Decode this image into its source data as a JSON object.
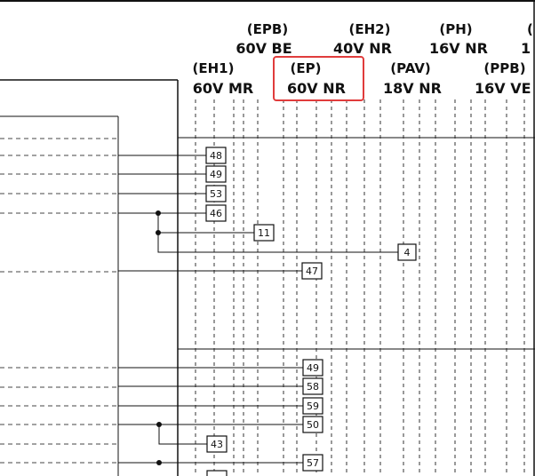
{
  "columns": [
    {
      "code": "(EH1)",
      "spec": "60V MR"
    },
    {
      "code": "(EPB)",
      "spec": "60V BE"
    },
    {
      "code": "(EP)",
      "spec": "60V NR"
    },
    {
      "code": "(EH2)",
      "spec": "40V NR"
    },
    {
      "code": "(PAV)",
      "spec": "18V NR"
    },
    {
      "code": "(PH)",
      "spec": "16V NR"
    },
    {
      "code": "(PPB)",
      "spec": "16V VE"
    },
    {
      "code": "(",
      "spec": "1"
    }
  ],
  "highlight": {
    "column": "(EP)",
    "color": "#e03c3c"
  },
  "terminals": [
    {
      "id": "t48a",
      "label": "48"
    },
    {
      "id": "t49a",
      "label": "49"
    },
    {
      "id": "t53",
      "label": "53"
    },
    {
      "id": "t46",
      "label": "46"
    },
    {
      "id": "t11",
      "label": "11"
    },
    {
      "id": "t4",
      "label": "4"
    },
    {
      "id": "t47",
      "label": "47"
    },
    {
      "id": "t49b",
      "label": "49"
    },
    {
      "id": "t58",
      "label": "58"
    },
    {
      "id": "t59",
      "label": "59"
    },
    {
      "id": "t50",
      "label": "50"
    },
    {
      "id": "t43",
      "label": "43"
    },
    {
      "id": "t57",
      "label": "57"
    }
  ],
  "colors": {
    "line": "#111111",
    "dash": "#333333",
    "highlight": "#e03c3c"
  }
}
